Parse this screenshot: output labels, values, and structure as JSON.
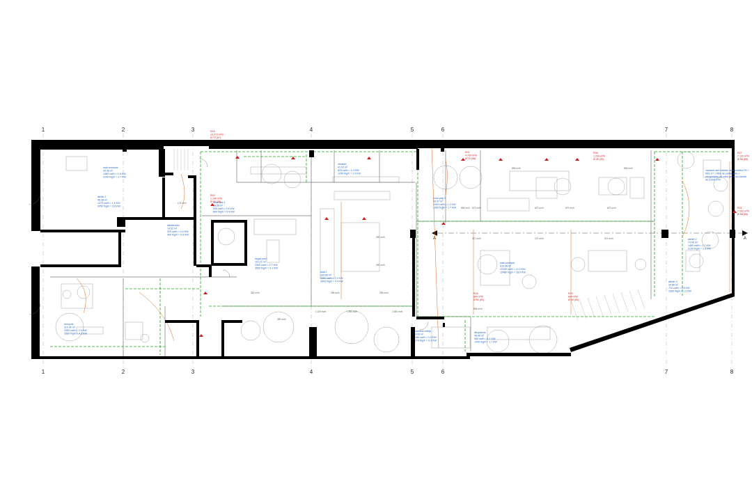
{
  "grid_axes": {
    "labels": [
      "1",
      "2",
      "3",
      "4",
      "5",
      "6",
      "7",
      "8"
    ]
  },
  "section_marks": [
    "A",
    "A"
  ],
  "colors": {
    "wall": "#000000",
    "partition": "#888888",
    "hvac_duct": "#1aa81a",
    "sprinkler": "#e06a1a",
    "annotation_blue": "#1f64c8",
    "annotation_red": "#d21a1a",
    "furniture": "#9a9a9a"
  },
  "rooms": [
    {
      "id": "sala-reunions",
      "lines": [
        "sala reunions",
        "35.98 m²",
        "1460 cal/h = 1.6 KW",
        "2200 frig/h = 2.7 KW"
      ]
    },
    {
      "id": "atelier-1",
      "lines": [
        "atelier 1",
        "48.38 m²",
        "1270 cal/h = 1.6 KW",
        "3050 frig/h = 3.6 KW"
      ]
    },
    {
      "id": "distribuidor",
      "lines": [
        "distribuïdor",
        "14.52 m²",
        "325 cal/h = 0.4 KW",
        "490 frig/h = 0.6 KW"
      ]
    },
    {
      "id": "zona-pas-1",
      "lines": [
        "zona pas 1",
        "26.58 m²",
        "535 cal/h = 0.6 KW",
        "800 frig/h = 0.9 KW"
      ]
    },
    {
      "id": "espai-previ",
      "lines": [
        "espai previ",
        "110.22 m²",
        "2360 cal/h = 2.7 KW",
        "3550 frig/h = 4.1 KW"
      ]
    },
    {
      "id": "sala-1",
      "lines": [
        "sala 1",
        "169.85 m²",
        "2350 cal/h = 2.9 KW",
        "3500 frig/h = 4.4 KW"
      ]
    },
    {
      "id": "vestidor",
      "lines": [
        "vestidor",
        "41.02 m²",
        "825 cal/h = 1.0 KW",
        "1240 frig/h = 1.4 KW"
      ]
    },
    {
      "id": "zona-pas-2",
      "lines": [
        "zona pas 2",
        "49.97 m²",
        "1000 cal/h = 1.2 KW",
        "1500 frig/h = 1.7 KW"
      ]
    },
    {
      "id": "sala-principal",
      "lines": [
        "sala principal",
        "516.56 m²",
        "10330 cal/h = 12.0 KW",
        "15480 frig/h = 18.0 KW"
      ]
    },
    {
      "id": "atelier-2",
      "lines": [
        "atelier 2",
        "73.06 m²",
        "1460 cal/h = 1.7 KW",
        "2190 frig/h = 2.5 KW"
      ]
    },
    {
      "id": "atelier-3",
      "lines": [
        "atelier 3",
        "34.86 m²",
        "710 cal/h = 0.8 KW",
        "1060 frig/h = 1.2 KW"
      ]
    },
    {
      "id": "recepcio",
      "lines": [
        "recepció",
        "110.40 m²",
        "2360 cal/h = 2.8 KW",
        "3580 frig/h = 4.2 KW"
      ]
    },
    {
      "id": "cambra-neteja",
      "lines": [
        "cambra neteja",
        "9.00 m²",
        "180 cal/h = 0.2 KW",
        "270 frig/h = 0.3 KW"
      ]
    },
    {
      "id": "despatxos",
      "lines": [
        "despatxos",
        "48.06 m²",
        "960 cal/h = 1.1 KW",
        "1440 frig/h = 1.7 KW"
      ]
    }
  ],
  "units": [
    {
      "id": "r16",
      "lines": [
        "R16",
        "10.272 m³/h",
        "Ø 70 (67)"
      ]
    },
    {
      "id": "r17",
      "lines": [
        "R17",
        "7.102 m³/h",
        "Ø 58 (55)"
      ]
    },
    {
      "id": "r18",
      "lines": [
        "R18",
        "894 m³/h",
        "Ø 50 (50)"
      ]
    },
    {
      "id": "r19",
      "lines": [
        "R19",
        "894 m³/h",
        "Ø 50 (50)"
      ]
    },
    {
      "id": "r02",
      "lines": [
        "R02",
        "1.140 m³/h",
        "Ø 45 (35)"
      ]
    },
    {
      "id": "r01",
      "lines": [
        "R01",
        "4.700 m³/h",
        "Ø 73 (58)"
      ]
    },
    {
      "id": "r21",
      "lines": [
        "R21",
        "7.102 m³/h",
        "Ø 58 (55)"
      ]
    },
    {
      "id": "r09",
      "lines": [
        "R09",
        "1.200 m³/h",
        "Ø 45 (35)"
      ]
    }
  ],
  "notes": [
    "captació aire exterior amb prefiltre F6 +",
    "filtre F7 + filtre de carbó actiu +",
    "recuperador de calor per a un caudal",
    "de 5.000 m³/h"
  ],
  "flow_labels": [
    "894 m³/h",
    "672 m³/h",
    "372 m³/h",
    "320 m³/h",
    "290 m³/h",
    "174 m³/h",
    "2.300 m³/h",
    "1.120 m³/h",
    "1.900 m³/h"
  ]
}
